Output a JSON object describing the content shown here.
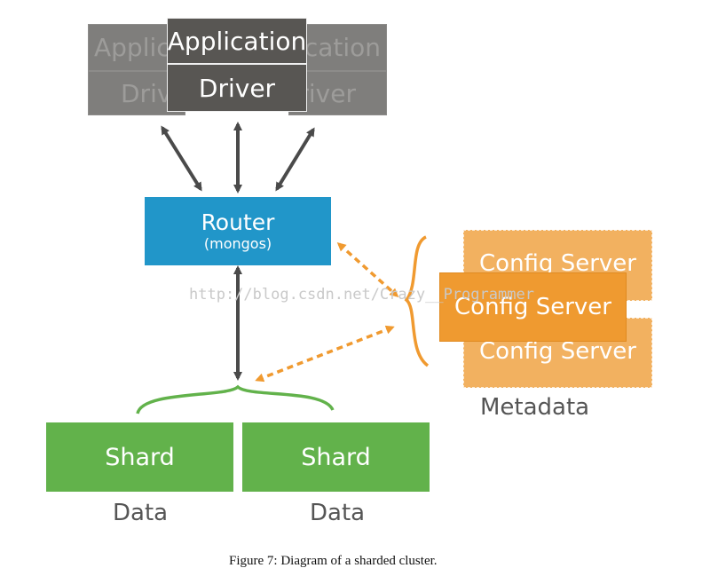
{
  "application": {
    "top_label": "Application",
    "bottom_label": "Driver",
    "back_left_top": "Applic",
    "back_left_bottom": "Driv",
    "back_right_top": "cation",
    "back_right_bottom": "river"
  },
  "router": {
    "title": "Router",
    "subtitle": "(mongos)"
  },
  "config_servers": {
    "label": "Config Server",
    "group_label": "Metadata"
  },
  "shards": [
    {
      "label": "Shard",
      "caption": "Data"
    },
    {
      "label": "Shard",
      "caption": "Data"
    }
  ],
  "watermark": "http://blog.csdn.net/Crazy__Programmer",
  "figure_caption": "Figure 7: Diagram of a sharded cluster.",
  "colors": {
    "application": "#585653",
    "router": "#2196c9",
    "config": "#ef9a30",
    "shard": "#62b24b",
    "arrow": "#4a4a4a"
  }
}
